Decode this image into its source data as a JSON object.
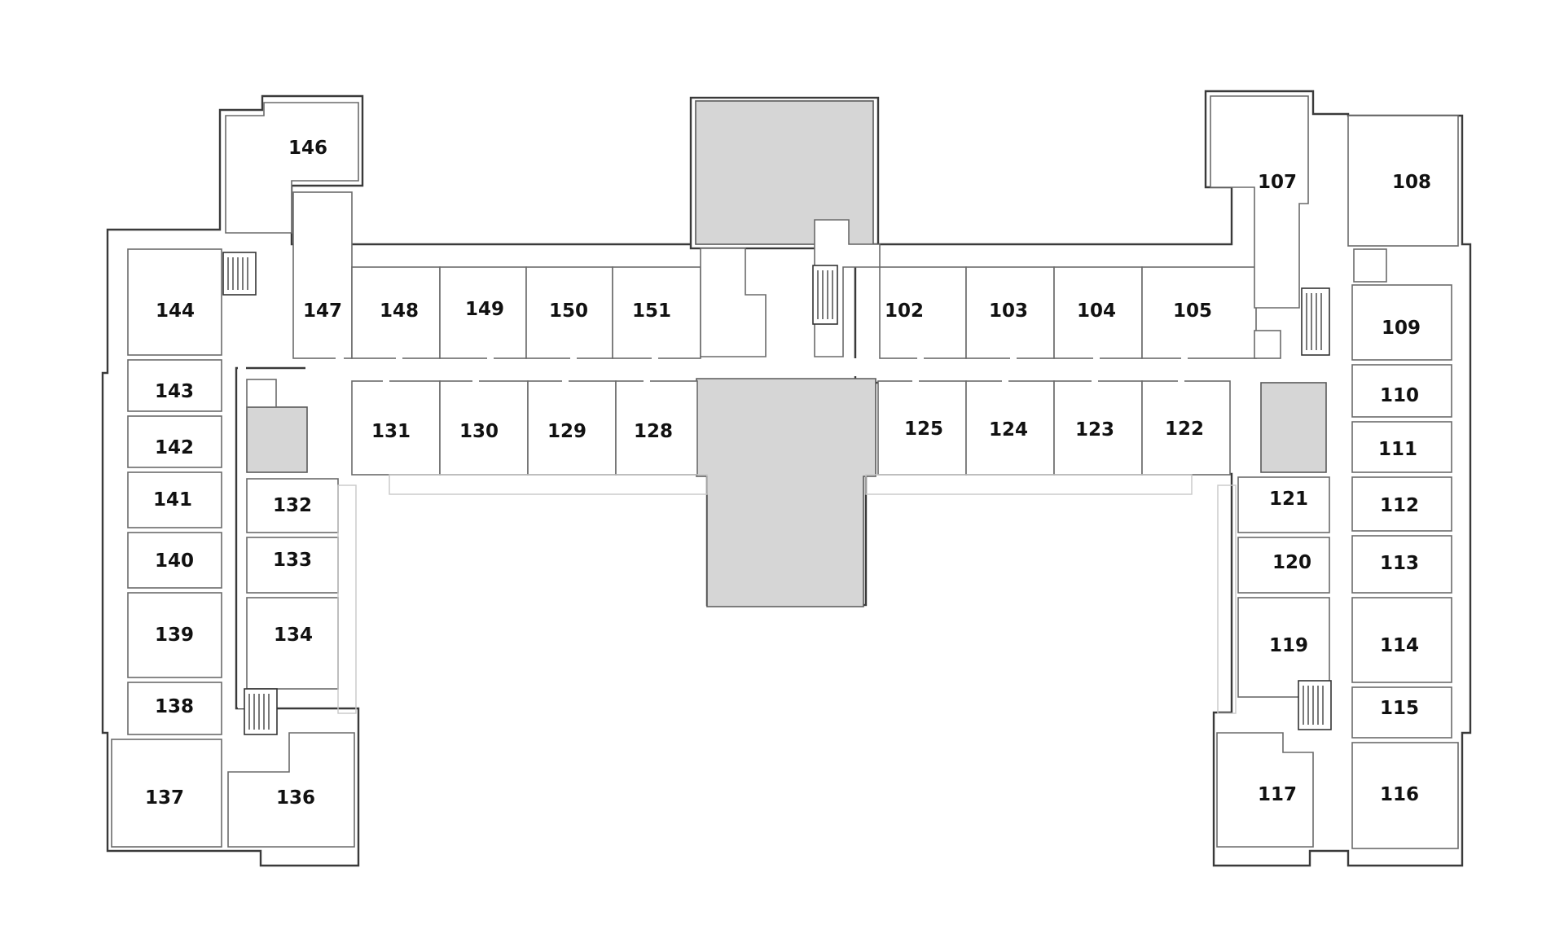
{
  "colors": {
    "wall": "#3a3a3a",
    "room_border": "#6a6a6a",
    "shaded": "#d6d6d6",
    "background": "#ffffff"
  },
  "rooms": {
    "r102": "102",
    "r103": "103",
    "r104": "104",
    "r105": "105",
    "r107": "107",
    "r108": "108",
    "r109": "109",
    "r110": "110",
    "r111": "111",
    "r112": "112",
    "r113": "113",
    "r114": "114",
    "r115": "115",
    "r116": "116",
    "r117": "117",
    "r119": "119",
    "r120": "120",
    "r121": "121",
    "r122": "122",
    "r123": "123",
    "r124": "124",
    "r125": "125",
    "r128": "128",
    "r129": "129",
    "r130": "130",
    "r131": "131",
    "r132": "132",
    "r133": "133",
    "r134": "134",
    "r136": "136",
    "r137": "137",
    "r138": "138",
    "r139": "139",
    "r140": "140",
    "r141": "141",
    "r142": "142",
    "r143": "143",
    "r144": "144",
    "r146": "146",
    "r147": "147",
    "r148": "148",
    "r149": "149",
    "r150": "150",
    "r151": "151"
  }
}
